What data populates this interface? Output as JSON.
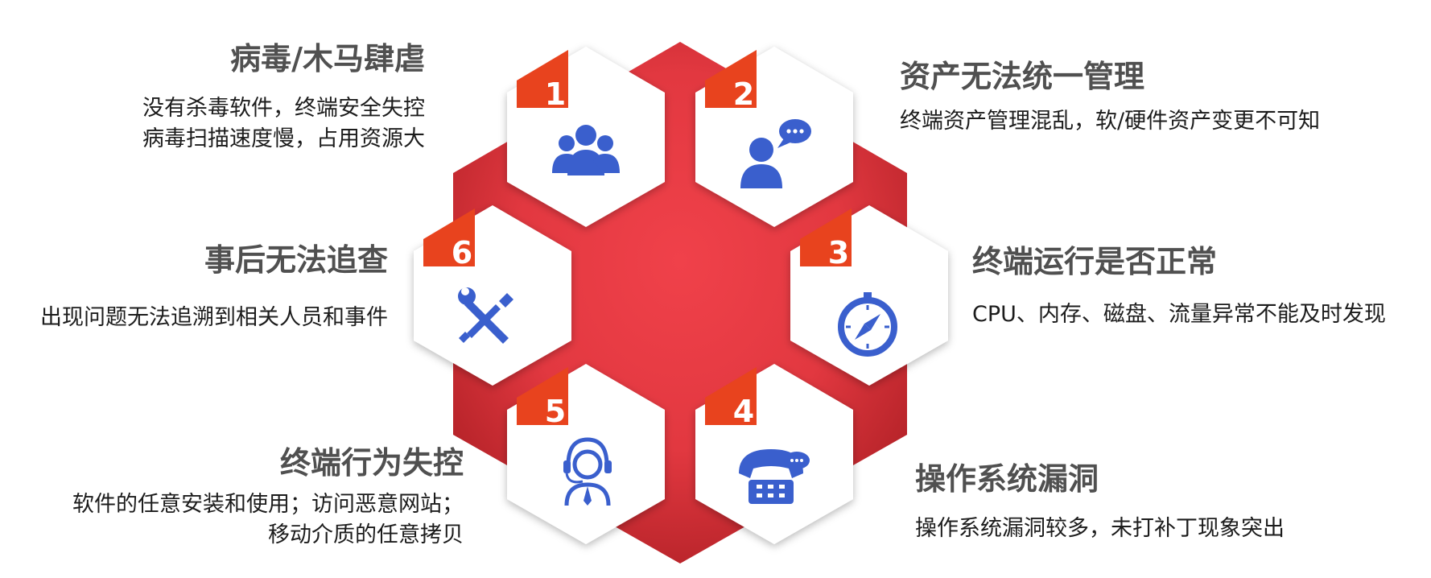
{
  "items": [
    {
      "number": "1",
      "icon": "group-people-icon",
      "title": "病毒/木马肆虐",
      "lines": [
        "没有杀毒软件，终端安全失控",
        "病毒扫描速度慢，占用资源大"
      ]
    },
    {
      "number": "2",
      "icon": "person-speech-bubble-icon",
      "title": "资产无法统一管理",
      "lines": [
        "终端资产管理混乱，软/硬件资产变更不可知"
      ]
    },
    {
      "number": "3",
      "icon": "compass-icon",
      "title": "终端运行是否正常",
      "lines": [
        "CPU、内存、磁盘、流量异常不能及时发现"
      ]
    },
    {
      "number": "4",
      "icon": "telephone-icon",
      "title": "操作系统漏洞",
      "lines": [
        "操作系统漏洞较多，未打补丁现象突出"
      ]
    },
    {
      "number": "5",
      "icon": "headset-operator-icon",
      "title": "终端行为失控",
      "lines": [
        "软件的任意安装和使用；访问恶意网站；",
        "移动介质的任意拷贝"
      ]
    },
    {
      "number": "6",
      "icon": "tools-wrench-screwdriver-icon",
      "title": "事后无法追查",
      "lines": [
        "出现问题无法追溯到相关人员和事件"
      ]
    }
  ],
  "colors": {
    "red_center": "#ee3d45",
    "red_edge": "#b8242a",
    "tab_orange": "#e8431e",
    "icon_blue": "#3a5fcd",
    "title_gray": "#505050",
    "text_dark": "#1c1c1c"
  }
}
